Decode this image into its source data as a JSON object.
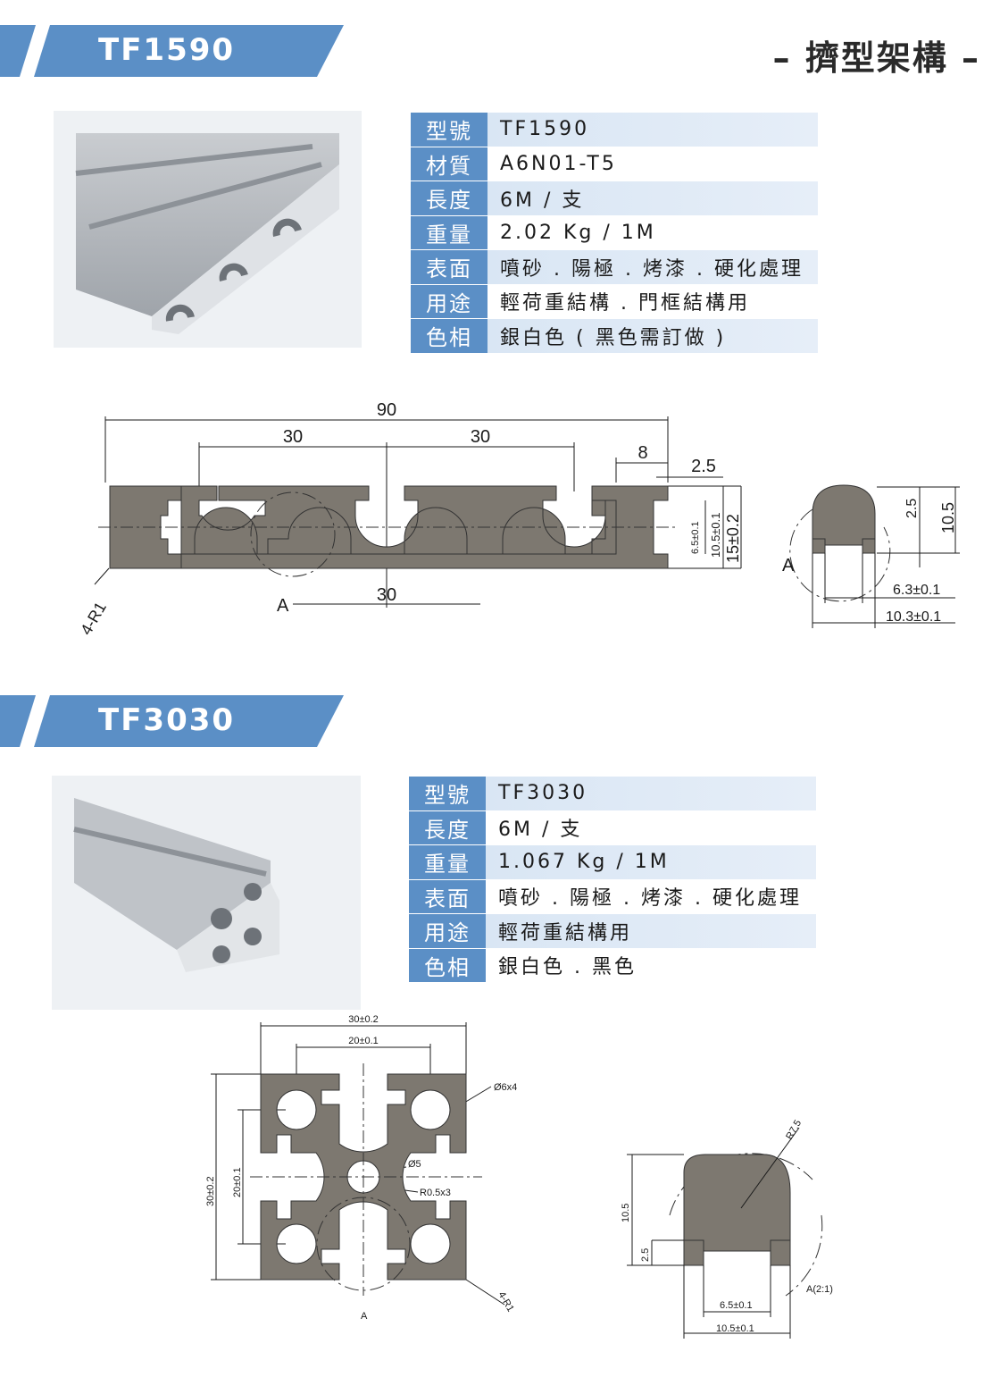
{
  "page_heading": "– 擠型架構 –",
  "sections": [
    {
      "banner_title": "TF1590",
      "specs": [
        {
          "key": "型號",
          "value": "TF1590"
        },
        {
          "key": "材質",
          "value": "A6N01-T5"
        },
        {
          "key": "長度",
          "value": "6M / 支"
        },
        {
          "key": "重量",
          "value": "2.02 Kg / 1M"
        },
        {
          "key": "表面",
          "value": "噴砂 . 陽極 . 烤漆 . 硬化處理"
        },
        {
          "key": "用途",
          "value": "輕荷重結構 . 門框結構用"
        },
        {
          "key": "色相",
          "value": "銀白色 ( 黑色需訂做 )"
        }
      ],
      "drawing": {
        "dim_total": "90",
        "dim_left": "30",
        "dim_right": "30",
        "dim_slot": "8",
        "dim_lip": "2.5",
        "dim_bottom": "30",
        "dim_slot_width": "6.5±0.1",
        "dim_inner": "10.5±0.1",
        "dim_height": "15±0.2",
        "radius": "4-R1",
        "section_mark": "A",
        "detail_lip": "2.5",
        "detail_height": "10.5",
        "detail_slot": "6.3±0.1",
        "detail_width": "10.3±0.1",
        "detail_mark": "A"
      }
    },
    {
      "banner_title": "TF3030",
      "specs": [
        {
          "key": "型號",
          "value": "TF3030"
        },
        {
          "key": "長度",
          "value": "6M / 支"
        },
        {
          "key": "重量",
          "value": "1.067 Kg / 1M"
        },
        {
          "key": "表面",
          "value": "噴砂 . 陽極 . 烤漆 . 硬化處理"
        },
        {
          "key": "用途",
          "value": "輕荷重結構用"
        },
        {
          "key": "色相",
          "value": "銀白色 . 黑色"
        }
      ],
      "drawing": {
        "dim_width": "30±0.2",
        "dim_inner_width": "20±0.1",
        "dim_height": "30±0.2",
        "dim_inner_height": "20±0.1",
        "hole_callout": "Ø6x4",
        "center_hole": "Ø5",
        "center_radius": "R0.5x3",
        "radius": "4-R1",
        "section_mark": "A",
        "detail_radius": "R7.5",
        "detail_height": "10.5",
        "detail_lip": "2.5",
        "detail_slot": "6.5±0.1",
        "detail_width": "10.5±0.1",
        "detail_mark": "A(2:1)"
      }
    }
  ],
  "colors": {
    "banner": "#5b8fc6",
    "profile": "#7d7870"
  }
}
